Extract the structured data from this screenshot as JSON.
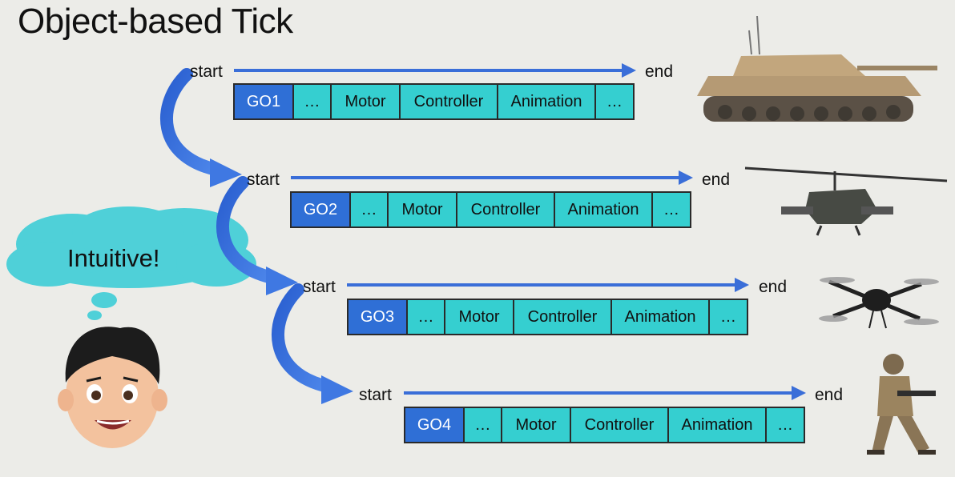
{
  "title": "Object-based Tick",
  "thought": "Intuitive!",
  "timeline_labels": {
    "start": "start",
    "end": "end"
  },
  "rows": [
    {
      "go": "GO1",
      "components": [
        "…",
        "Motor",
        "Controller",
        "Animation",
        "…"
      ],
      "object": "tank-image"
    },
    {
      "go": "GO2",
      "components": [
        "…",
        "Motor",
        "Controller",
        "Animation",
        "…"
      ],
      "object": "helicopter-image"
    },
    {
      "go": "GO3",
      "components": [
        "…",
        "Motor",
        "Controller",
        "Animation",
        "…"
      ],
      "object": "drone-image"
    },
    {
      "go": "GO4",
      "components": [
        "…",
        "Motor",
        "Controller",
        "Animation",
        "…"
      ],
      "object": "soldier-image"
    }
  ],
  "colors": {
    "go_cell": "#2f6fd6",
    "component_cell": "#35cfd0",
    "arrow": "#3a6ed8",
    "bubble": "#4fd0d8",
    "background": "#ecece8"
  }
}
